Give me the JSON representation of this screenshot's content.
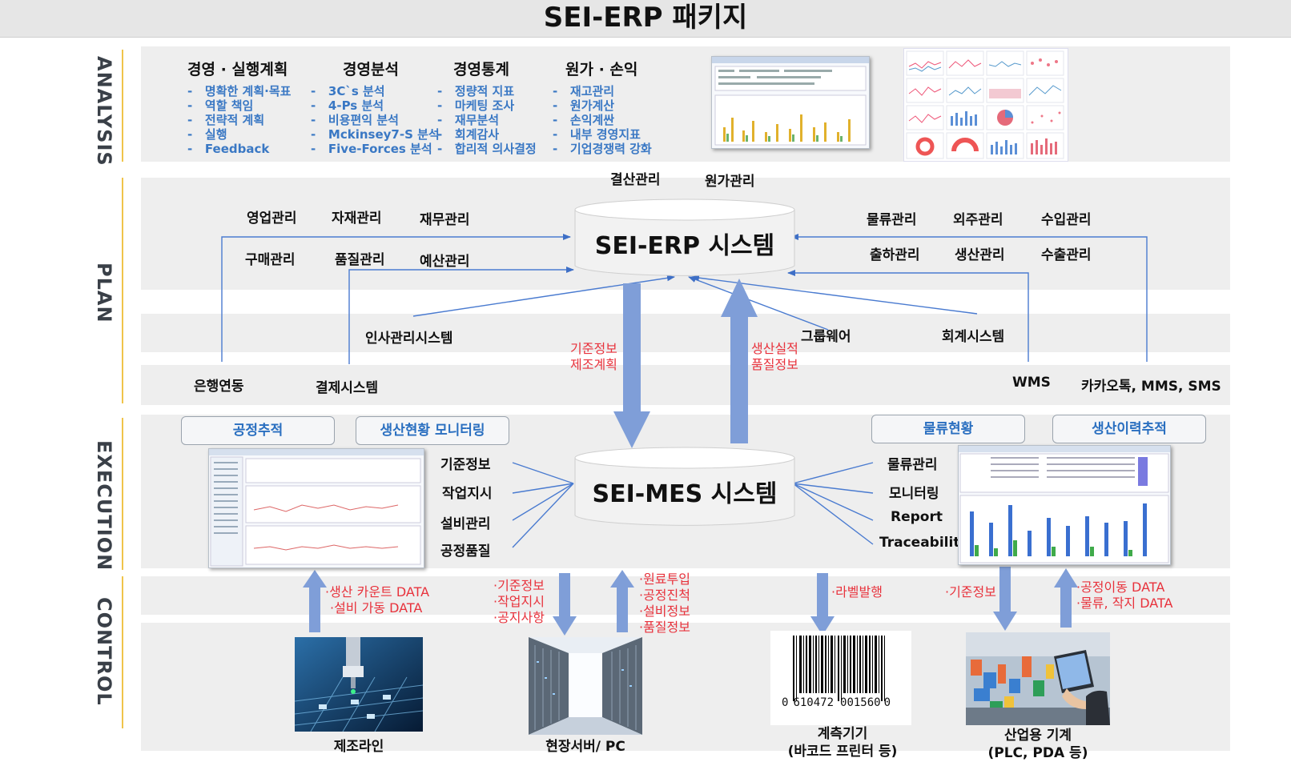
{
  "title": "SEI-ERP 패키지",
  "layers": {
    "analysis": "ANALYSIS",
    "plan": "PLAN",
    "execution": "EXECUTION",
    "control": "CONTROL"
  },
  "analysis": {
    "columns": [
      {
        "heading": "경영 · 실행계획",
        "items": [
          "명확한 계획·목표",
          "역할 책임",
          "전략적 계획",
          "실행",
          "Feedback"
        ]
      },
      {
        "heading": "경영분석",
        "items": [
          "3C`s 분석",
          "4-Ps 분석",
          "비용편익 분석",
          "Mckinsey7-S 분석",
          "Five-Forces 분석"
        ]
      },
      {
        "heading": "경영통계",
        "items": [
          "정량적 지표",
          "마케팅 조사",
          "재무분석",
          "회계감사",
          "합리적 의사결정"
        ]
      },
      {
        "heading": "원가 · 손익",
        "items": [
          "재고관리",
          "원가계산",
          "손익계싼",
          "내부 경영지표",
          "기업경쟁력 강화"
        ]
      }
    ]
  },
  "erp": {
    "name": "SEI-ERP 시스템",
    "top_modules": [
      "결산관리",
      "원가관리"
    ],
    "left_modules": [
      "영업관리",
      "자재관리",
      "재무관리",
      "구매관리",
      "품질관리",
      "예산관리"
    ],
    "right_modules": [
      "물류관리",
      "외주관리",
      "수입관리",
      "출하관리",
      "생산관리",
      "수출관리"
    ]
  },
  "interfaces": {
    "hr": "인사관리시스템",
    "groupware": "그룹웨어",
    "accounting": "회계시스템",
    "bank": "은행연동",
    "payment": "결제시스템",
    "wms": "WMS",
    "messaging": "카카오톡, MMS, SMS"
  },
  "flows": {
    "down": [
      "기준정보",
      "제조계획"
    ],
    "up": [
      "생산실적",
      "품질정보"
    ]
  },
  "mes": {
    "name": "SEI-MES 시스템",
    "tabs": [
      "공정추적",
      "생산현황 모니터링",
      "물류현황",
      "생산이력추적"
    ],
    "left_items": [
      "기준정보",
      "작업지시",
      "설비관리",
      "공정품질"
    ],
    "right_items": [
      "물류관리",
      "모니터링",
      "Report",
      "Traceability"
    ]
  },
  "control": {
    "flow1": [
      "·생산 카운트 DATA",
      "·설비 가동 DATA"
    ],
    "flow2": [
      "·기준정보",
      "·작업지시",
      "·공지사항"
    ],
    "flow3": [
      "·원료투입",
      "·공정진척",
      "·설비정보",
      "·품질정보"
    ],
    "flow4": [
      "·라벨발행"
    ],
    "flow5": [
      "·기준정보"
    ],
    "flow6": [
      "·공정이동 DATA",
      "·물류, 작지 DATA"
    ],
    "devices": [
      {
        "label": "제조라인"
      },
      {
        "label": "현장서버/ PC"
      },
      {
        "label": "계측기기",
        "sub": "(바코드 프린터 등)"
      },
      {
        "label": "산업용 기계",
        "sub": "(PLC, PDA 등)"
      }
    ],
    "barcode_digits": [
      "0",
      "610472",
      "001560",
      "0"
    ]
  },
  "colors": {
    "accent_blue": "#2a6fc0",
    "arrow_fill": "#7f9ed8",
    "flow_red": "#e8323c",
    "band_gray": "#eeeeee",
    "layer_line": "#f0c44a"
  }
}
